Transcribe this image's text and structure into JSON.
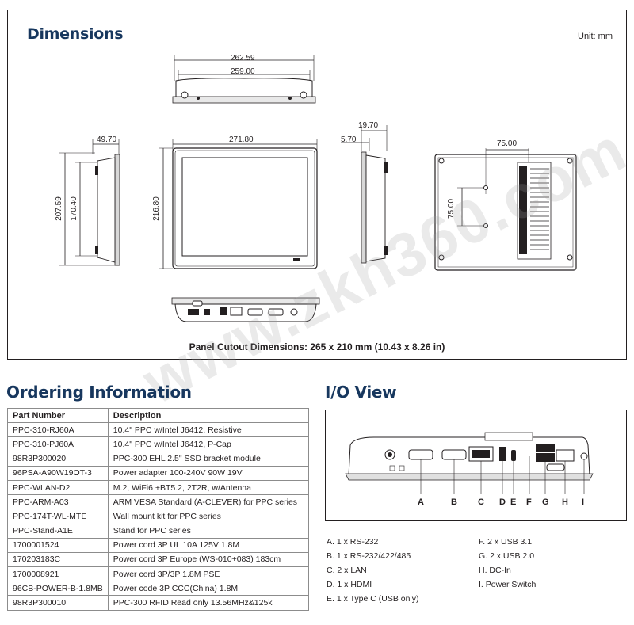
{
  "dimensions": {
    "title": "Dimensions",
    "unit": "Unit: mm",
    "panel_cutout": "Panel Cutout Dimensions: 265 x 210 mm (10.43 x 8.26 in)",
    "labels": {
      "top_outer": "262.59",
      "top_inner": "259.00",
      "side_depth": "49.70",
      "side_height_outer": "207.59",
      "side_height_inner": "170.40",
      "front_width": "271.80",
      "front_height": "216.80",
      "side2_depth": "19.70",
      "side2_thin": "5.70",
      "back_vesa_h": "75.00",
      "back_vesa_v": "75.00"
    }
  },
  "ordering": {
    "title": "Ordering Information",
    "headers": [
      "Part Number",
      "Description"
    ],
    "rows": [
      [
        "PPC-310-RJ60A",
        "10.4\" PPC w/Intel J6412, Resistive"
      ],
      [
        "PPC-310-PJ60A",
        "10.4\" PPC w/Intel J6412, P-Cap"
      ],
      [
        "98R3P300020",
        "PPC-300 EHL 2.5\" SSD bracket module"
      ],
      [
        "96PSA-A90W19OT-3",
        "Power adapter 100-240V 90W 19V"
      ],
      [
        "PPC-WLAN-D2",
        "M.2, WiFi6 +BT5.2, 2T2R, w/Antenna"
      ],
      [
        "PPC-ARM-A03",
        "ARM VESA Standard (A-CLEVER) for PPC series"
      ],
      [
        "PPC-174T-WL-MTE",
        "Wall mount kit for PPC series"
      ],
      [
        "PPC-Stand-A1E",
        "Stand for PPC series"
      ],
      [
        "1700001524",
        "Power cord 3P UL 10A 125V 1.8M"
      ],
      [
        "170203183C",
        "Power cord 3P Europe (WS-010+083) 183cm"
      ],
      [
        "1700008921",
        "Power cord 3P/3P 1.8M PSE"
      ],
      [
        "96CB-POWER-B-1.8MB",
        "Power code 3P CCC(China) 1.8M"
      ],
      [
        "98R3P300010",
        "PPC-300 RFID Read only 13.56MHz&125k"
      ]
    ]
  },
  "io": {
    "title": "I/O View",
    "letters": [
      "A",
      "B",
      "C",
      "D",
      "E",
      "F",
      "G",
      "H",
      "I"
    ],
    "list_left": [
      "A.  1 x RS-232",
      "B.  1 x RS-232/422/485",
      "C.  2 x LAN",
      "D.  1 x HDMI",
      "E.  1 x Type C (USB only)"
    ],
    "list_right": [
      "F.  2 x USB 3.1",
      "G.  2 x USB 2.0",
      "H.  DC-In",
      "I.   Power Switch"
    ]
  },
  "watermark": "www.zkh360.com"
}
